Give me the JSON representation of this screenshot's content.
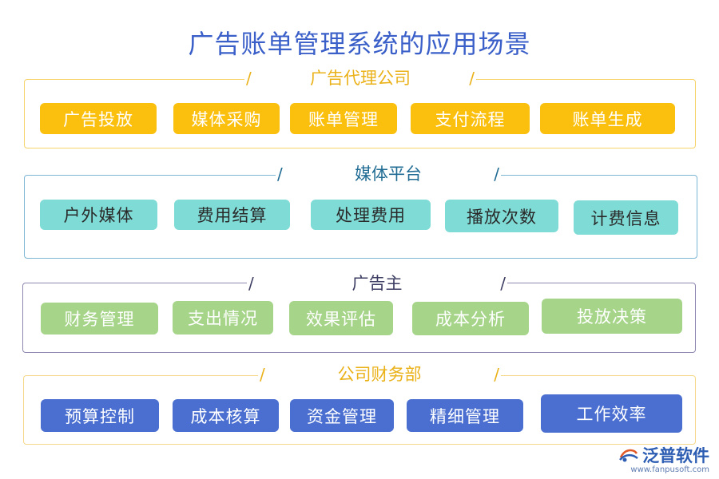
{
  "title": "广告账单管理系统的应用场景",
  "groups": [
    {
      "title": "广告代理公司",
      "items": [
        "广告投放",
        "媒体采购",
        "账单管理",
        "支付流程",
        "账单生成"
      ]
    },
    {
      "title": "媒体平台",
      "items": [
        "户外媒体",
        "费用结算",
        "处理费用",
        "播放次数",
        "计费信息"
      ]
    },
    {
      "title": "广告主",
      "items": [
        "财务管理",
        "支出情况",
        "效果评估",
        "成本分析",
        "投放决策"
      ]
    },
    {
      "title": "公司财务部",
      "items": [
        "预算控制",
        "成本核算",
        "资金管理",
        "精细管理",
        "工作效率"
      ]
    }
  ],
  "logo": {
    "name": "泛普软件",
    "url": "www.fanpusoft.com"
  },
  "colors": {
    "title": "#3a5fc8",
    "group1": "#fbbf0e",
    "group2": "#7edbd6",
    "group3": "#a6d58a",
    "group4": "#4a6fd0"
  }
}
